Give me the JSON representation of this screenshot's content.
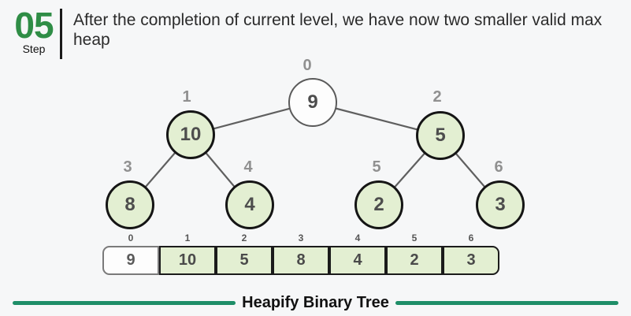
{
  "header": {
    "step_number": "05",
    "step_label": "Step",
    "description": "After the completion of current level, we have now two smaller valid max heap"
  },
  "tree": {
    "nodes": [
      {
        "index": "0",
        "value": "9",
        "highlighted": false
      },
      {
        "index": "1",
        "value": "10",
        "highlighted": true
      },
      {
        "index": "2",
        "value": "5",
        "highlighted": true
      },
      {
        "index": "3",
        "value": "8",
        "highlighted": true
      },
      {
        "index": "4",
        "value": "4",
        "highlighted": true
      },
      {
        "index": "5",
        "value": "2",
        "highlighted": true
      },
      {
        "index": "6",
        "value": "3",
        "highlighted": true
      }
    ],
    "edges": [
      [
        0,
        1
      ],
      [
        0,
        2
      ],
      [
        1,
        3
      ],
      [
        1,
        4
      ],
      [
        2,
        5
      ],
      [
        2,
        6
      ]
    ]
  },
  "array": {
    "indices": [
      "0",
      "1",
      "2",
      "3",
      "4",
      "5",
      "6"
    ],
    "values": [
      "9",
      "10",
      "5",
      "8",
      "4",
      "2",
      "3"
    ],
    "highlighted": [
      false,
      true,
      true,
      true,
      true,
      true,
      true
    ]
  },
  "footer": {
    "title": "Heapify Binary Tree"
  },
  "colors": {
    "accent_green": "#2f8d46",
    "rule_green": "#1e8e68",
    "node_fill": "#e3efd2",
    "node_border": "#151515",
    "root_border": "#5a5a5a",
    "index_gray": "#909090",
    "value_gray": "#4a4a4a",
    "background": "#f6f7f8"
  }
}
